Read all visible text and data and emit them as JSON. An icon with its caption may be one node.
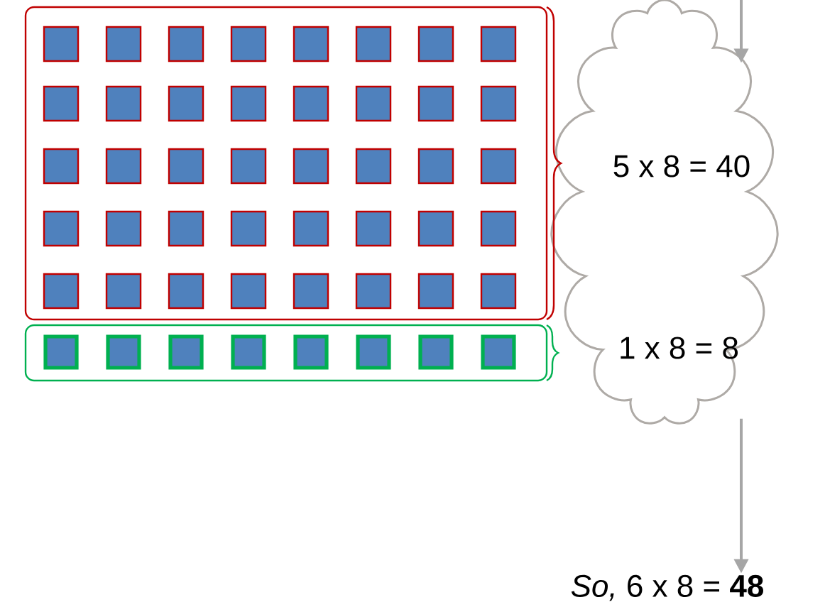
{
  "diagram": {
    "nodes": [
      {
        "text": [],
        "shape": "box"
      },
      {
        "text": [],
        "shape": "box"
      },
      {
        "text": [
          "5 x 8 = 40",
          "1 x 8 = 8"
        ]
      },
      {
        "text": [
          "*So,* 6 x 8 = **48**"
        ]
      }
    ],
    "edges": [
      {
        "from": null,
        "to": 2,
        "arrow": "to"
      },
      {
        "from": 2,
        "to": 3,
        "arrow": "to"
      }
    ]
  }
}
